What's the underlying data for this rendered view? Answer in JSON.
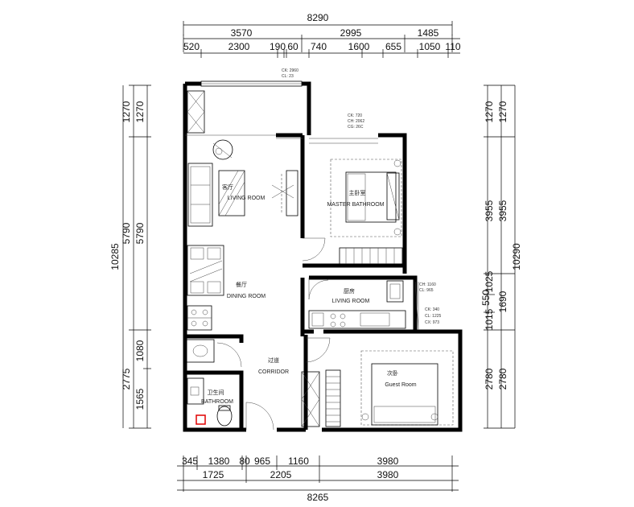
{
  "dimensions": {
    "top_total": "8290",
    "top_row1": [
      "3570",
      "2995",
      "1485"
    ],
    "top_row2": [
      "520",
      "2300",
      "190",
      "60",
      "740",
      "1600",
      "655",
      "1050",
      "110"
    ],
    "bottom_row1": [
      "345",
      "1380",
      "80",
      "965",
      "1160",
      "3980"
    ],
    "bottom_row2": [
      "1725",
      "2205",
      "3980"
    ],
    "bottom_total": "8265",
    "left_outer": "10285",
    "left_inner": [
      "1270",
      "5790",
      "2775"
    ],
    "left_innermost": [
      "1270",
      "5790",
      "1080",
      "1565"
    ],
    "right_outer": "10290",
    "right_inner": [
      "1270",
      "3955",
      "1690",
      "2780"
    ],
    "right_innermost": [
      "1270",
      "3955",
      "1025",
      "550",
      "1015",
      "2780"
    ]
  },
  "rooms": {
    "living_cn": "客厅",
    "living": "LIVING ROOM",
    "master_cn": "主卧室",
    "master": "MASTER BATHROOM",
    "dining_cn": "餐厅",
    "dining": "DINING ROOM",
    "kitchen_cn": "厨房",
    "kitchen": "LIVING ROOM",
    "corridor_cn": "过道",
    "corridor": "CORRIDOR",
    "bath_cn": "卫生间",
    "bath": "BATHROOM",
    "guest_cn": "次卧",
    "guest": "Guest Room"
  },
  "annotations": {
    "window_top": [
      "CK: 2960",
      "CL: 23"
    ],
    "master_window": [
      "CK: 720",
      "CH: 2062",
      "CG: 26C"
    ],
    "kitchen_window": [
      "CH: 1160",
      "CL: 965"
    ],
    "guest_window": [
      "CK: 340",
      "CL: 1225",
      "CX: 973"
    ]
  }
}
